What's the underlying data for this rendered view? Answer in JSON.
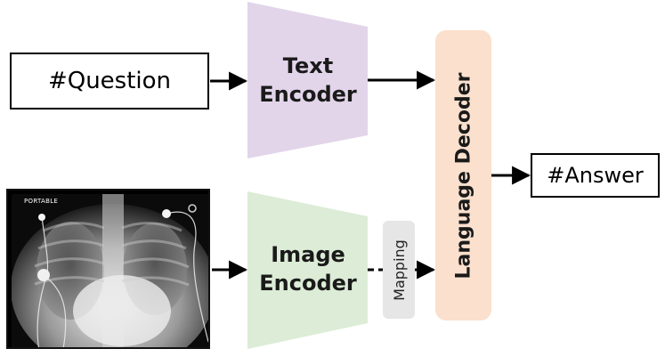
{
  "diagram": {
    "question_label": "#Question",
    "answer_label": "#Answer",
    "text_encoder": {
      "line1": "Text",
      "line2": "Encoder"
    },
    "image_encoder": {
      "line1": "Image",
      "line2": "Encoder"
    },
    "mapping_label": "Mapping",
    "decoder_label": "Language Decoder",
    "xray_marker": "PORTABLE"
  },
  "colors": {
    "text_encoder_fill": "#e2d5ea",
    "image_encoder_fill": "#dcecd6",
    "decoder_fill": "#fbe0cd",
    "mapping_fill": "#e6e6e6",
    "arrow": "#000000"
  }
}
